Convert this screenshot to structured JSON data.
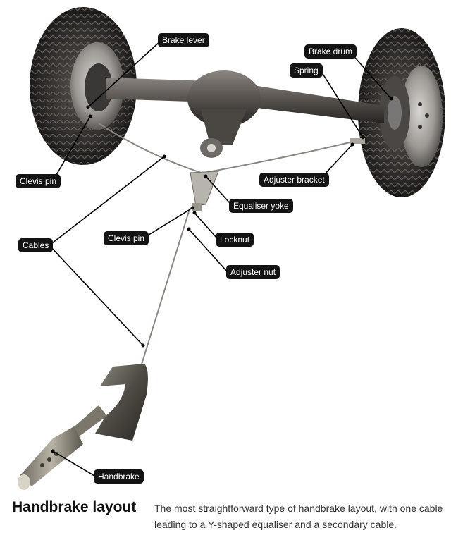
{
  "labels": {
    "brake_lever": "Brake lever",
    "brake_drum": "Brake drum",
    "spring": "Spring",
    "clevis_pin_left": "Clevis pin",
    "adjuster_bracket": "Adjuster bracket",
    "equaliser_yoke": "Equaliser yoke",
    "cables": "Cables",
    "clevis_pin_center": "Clevis pin",
    "locknut": "Locknut",
    "adjuster_nut": "Adjuster nut",
    "handbrake": "Handbrake"
  },
  "caption": {
    "title": "Handbrake layout",
    "text": "The most straightforward type of handbrake layout, with one cable leading to a Y-shaped equaliser and a secondary cable."
  }
}
